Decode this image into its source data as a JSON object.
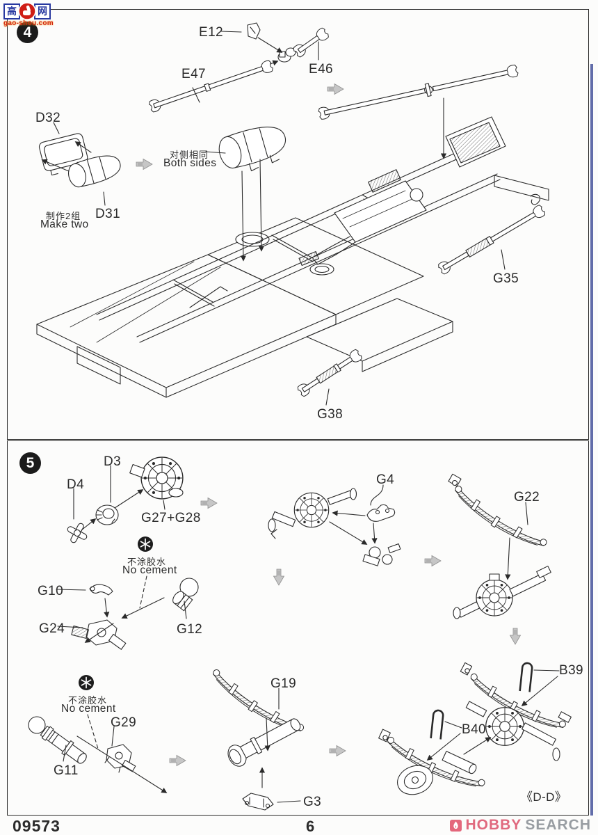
{
  "watermark": {
    "char_left": "高",
    "char_right": "网",
    "site": "gao-shou.com"
  },
  "step4": {
    "number": "4",
    "parts": {
      "e12": "E12",
      "e47": "E47",
      "e46": "E46",
      "d32": "D32",
      "d31": "D31",
      "g35": "G35",
      "g38": "G38"
    },
    "notes": {
      "make_two_zh": "制作2组",
      "make_two_en": "Make two",
      "both_sides_zh": "对侧相同",
      "both_sides_en": "Both sides"
    }
  },
  "step5": {
    "number": "5",
    "parts": {
      "d4": "D4",
      "d3": "D3",
      "g27_g28": "G27+G28",
      "g4": "G4",
      "g22": "G22",
      "g10": "G10",
      "g24": "G24",
      "g12": "G12",
      "g29": "G29",
      "g11": "G11",
      "g19": "G19",
      "g3": "G3",
      "b39": "B39",
      "b40": "B40"
    },
    "notes": {
      "no_cement_zh": "不涂胶水",
      "no_cement_en": "No cement"
    },
    "section_ref": "《D-D》"
  },
  "footer": {
    "kit_number": "09573",
    "page_number": "6",
    "brand_primary": "HOBBY",
    "brand_secondary": "SEARCH"
  }
}
